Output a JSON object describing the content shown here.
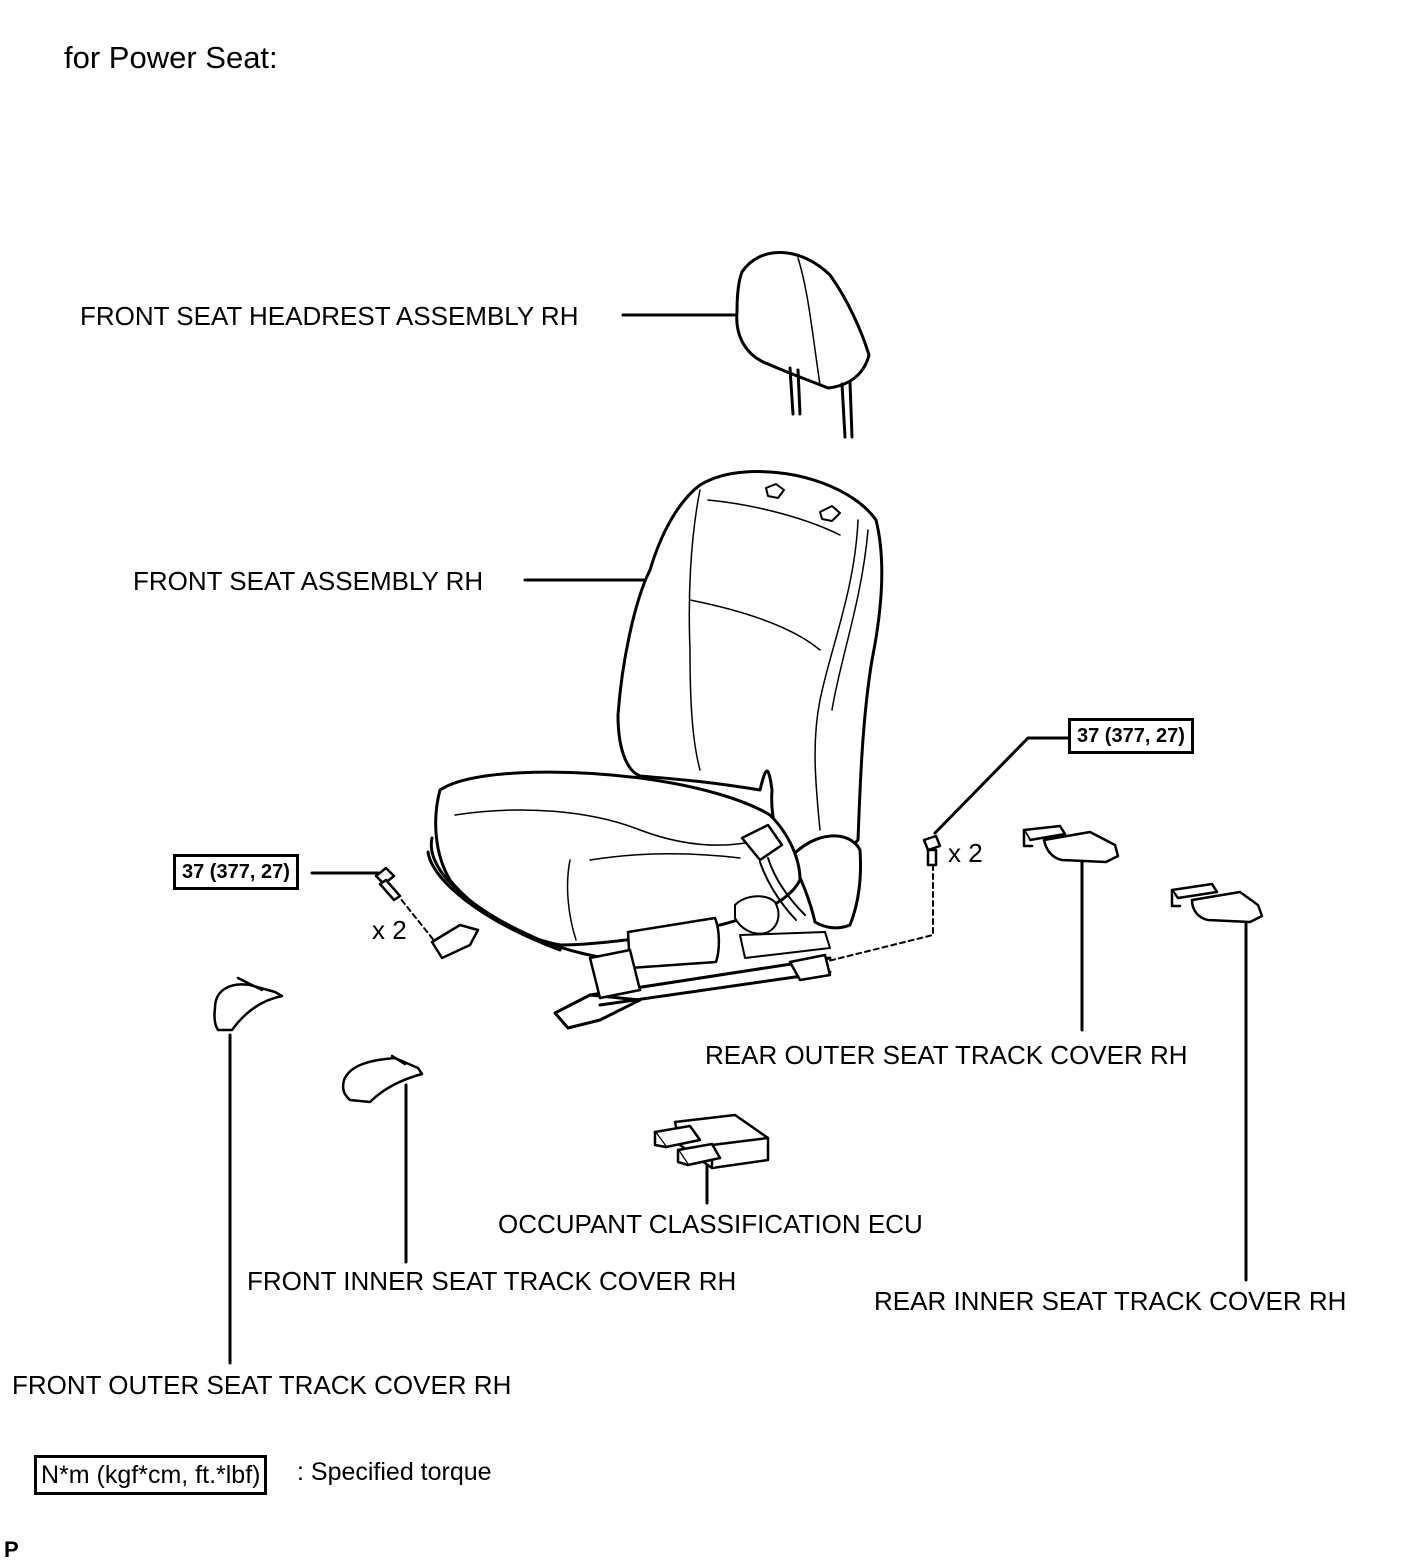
{
  "title": "for Power Seat:",
  "labels": {
    "headrest": "FRONT SEAT HEADREST ASSEMBLY RH",
    "seat": "FRONT SEAT ASSEMBLY RH",
    "rear_outer": "REAR OUTER SEAT TRACK COVER RH",
    "ecu": "OCCUPANT CLASSIFICATION ECU",
    "front_inner": "FRONT INNER SEAT TRACK COVER RH",
    "rear_inner": "REAR INNER SEAT TRACK COVER RH",
    "front_outer": "FRONT OUTER SEAT TRACK COVER RH"
  },
  "torque": {
    "left": "37 (377, 27)",
    "right": "37 (377, 27)"
  },
  "quantity": {
    "left": "x 2",
    "right": "x 2"
  },
  "legend": {
    "unit": "N*m (kgf*cm, ft.*lbf)",
    "text": ": Specified torque"
  },
  "corner_mark": "P"
}
